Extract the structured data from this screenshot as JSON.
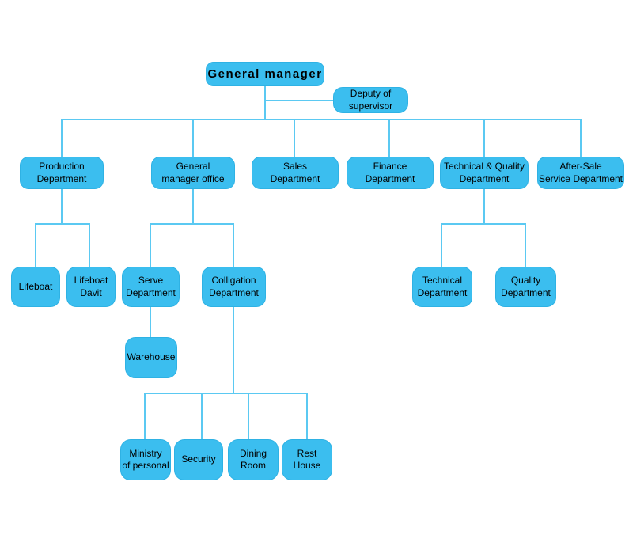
{
  "diagram": {
    "type": "org-chart",
    "colors": {
      "node-fill": "#3bbeef",
      "node-border": "#2fb2e4",
      "connector": "#5bc9f2",
      "text": "#000000"
    },
    "nodes": {
      "general_manager": {
        "label": "General manager",
        "reports_to": ""
      },
      "deputy_of_supervisor": {
        "label": "Deputy of\nsupervisor",
        "reports_to": "general_manager"
      },
      "production_department": {
        "label": "Production\nDepartment",
        "reports_to": "general_manager"
      },
      "general_manager_office": {
        "label": "General\nmanager office",
        "reports_to": "general_manager"
      },
      "sales_department": {
        "label": "Sales\nDepartment",
        "reports_to": "general_manager"
      },
      "finance_department": {
        "label": "Finance\nDepartment",
        "reports_to": "general_manager"
      },
      "technical_quality_department": {
        "label": "Technical & Quality\nDepartment",
        "reports_to": "general_manager"
      },
      "after_sale_service_department": {
        "label": "After-Sale\nService Department",
        "reports_to": "general_manager"
      },
      "lifeboat": {
        "label": "Lifeboat",
        "reports_to": "production_department"
      },
      "lifeboat_davit": {
        "label": "Lifeboat\nDavit",
        "reports_to": "production_department"
      },
      "serve_department": {
        "label": "Serve\nDepartment",
        "reports_to": "general_manager_office"
      },
      "colligation_department": {
        "label": "Colligation\nDepartment",
        "reports_to": "general_manager_office"
      },
      "technical_department": {
        "label": "Technical\nDepartment",
        "reports_to": "technical_quality_department"
      },
      "quality_department": {
        "label": "Quality\nDepartment",
        "reports_to": "technical_quality_department"
      },
      "warehouse": {
        "label": "Warehouse",
        "reports_to": "serve_department"
      },
      "ministry_of_personal": {
        "label": "Ministry\nof personal",
        "reports_to": "colligation_department"
      },
      "security": {
        "label": "Security",
        "reports_to": "colligation_department"
      },
      "dining_room": {
        "label": "Dining\nRoom",
        "reports_to": "colligation_department"
      },
      "rest_house": {
        "label": "Rest\nHouse",
        "reports_to": "colligation_department"
      }
    }
  }
}
